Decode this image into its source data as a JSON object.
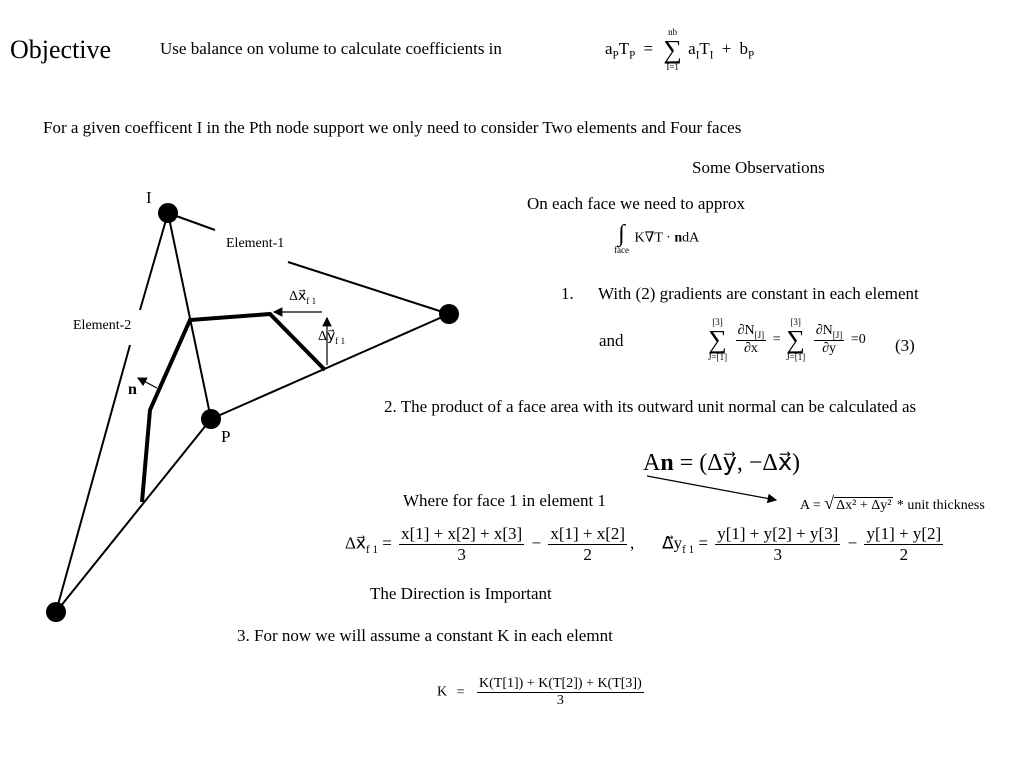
{
  "title": "Objective",
  "objective_text": "Use balance on volume to calculate coefficients in",
  "eq_main": {
    "lhs": "a",
    "lhs_sub": "P",
    "lhs2": "T",
    "lhs2_sub": "P",
    "equals": "=",
    "sum_top": "nb",
    "sum_symbol": "∑",
    "sum_bottom": "I=1",
    "term_a": "a",
    "term_a_sub": "I",
    "term_t": "T",
    "term_t_sub": "I",
    "plus": "+",
    "b": "b",
    "b_sub": "P"
  },
  "intro_line": "For a given coefficent I in the Pth node support we only need to consider Two elements and Four faces",
  "observations_heading": "Some Observations",
  "approx_line": "On each face we need to approx",
  "integral": {
    "symbol": "∫",
    "body": "K∇T · ",
    "n": "n",
    "tail": "dA",
    "lower": "face"
  },
  "obs1": {
    "num": "1.",
    "text": "With (2) gradients are constant in each element"
  },
  "and_label": "and",
  "eq3": {
    "sum_top": "[3]",
    "sum_bottom": "J=[1]",
    "num1": "∂N",
    "num1_sub": "[J]",
    "den1": "∂x",
    "eq_sign": "=",
    "num2": "∂N",
    "num2_sub": "[J]",
    "den2": "∂y",
    "result": "=0",
    "label": "(3)"
  },
  "obs2": "2. The product of a face area with its outward unit normal can be calculated as",
  "An_eq": {
    "A": "A",
    "n": "n",
    "rhs": "= (Δy⃗, −Δx⃗)"
  },
  "where_line": "Where for face 1 in element 1",
  "area_eq": {
    "lhs": "A = ",
    "radicand": "Δx² + Δy²",
    "tail": " * unit thickness"
  },
  "dx_eq": {
    "lhs": "Δx⃗",
    "lhs_sub": "f 1",
    "eq": "=",
    "f1_num": "x[1] + x[2] + x[3]",
    "f1_den": "3",
    "minus": "−",
    "f2_num": "x[1] + x[2]",
    "f2_den": "2",
    "comma": ","
  },
  "dy_eq": {
    "lhs": "Δ⃗y",
    "lhs_sub": "f 1",
    "eq": "=",
    "f1_num": "y[1] + y[2] + y[3]",
    "f1_den": "3",
    "minus": "−",
    "f2_num": "y[1] + y[2]",
    "f2_den": "2"
  },
  "direction_note": "The Direction is Important",
  "obs3": "3. For now we will assume a constant K in each elemnt",
  "k_eq": {
    "lhs": "K",
    "eq": "=",
    "num": "K(T[1]) + K(T[2]) + K(T[3])",
    "den": "3"
  },
  "diagram": {
    "node_I": "I",
    "node_P": "P",
    "element1": "Element-1",
    "element2": "Element-2",
    "normal": "n",
    "dx_label": "Δx⃗",
    "dx_sub": "f 1",
    "dy_label": "Δy⃗",
    "dy_sub": "f 1"
  }
}
